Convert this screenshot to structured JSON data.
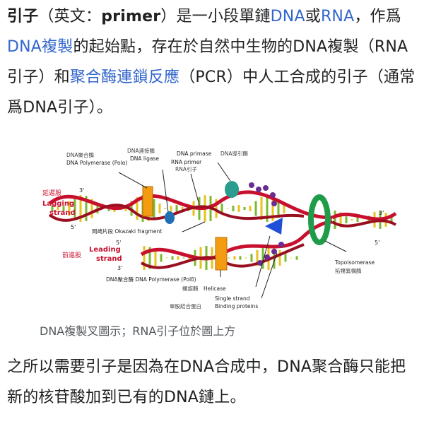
{
  "article": {
    "intro": {
      "term": "引子",
      "paren_open": "（英文：",
      "term_en": "primer",
      "paren_close": "）",
      "t1": "是一小段單鏈",
      "link_dna": "DNA",
      "t2": "或",
      "link_rna": "RNA",
      "t3": "，作爲",
      "link_dna_replication": "DNA複製",
      "t4": "的起始點，存在於自然中生物的DNA複製（RNA引子）和",
      "link_pcr": "聚合酶連鎖反應",
      "t5": "（PCR）中人工合成的引子（通常爲DNA引子）。"
    },
    "caption": "DNA複製叉圖示；RNA引子位於圖上方",
    "reason": "之所以需要引子是因為在DNA合成中，DNA聚合酶只能把新的核苷酸加到已有的DNA鏈上。"
  },
  "figure": {
    "labels": {
      "dna_polymerase_alpha_zh": "DNA聚合酶",
      "dna_polymerase_alpha_en": "DNA Polymerase (Polα)",
      "dna_ligase_zh": "DNA連接酶",
      "dna_ligase_en": "DNA ligase",
      "rna_primer_en": "RNA primer",
      "rna_primer_zh": "RNA引子",
      "dna_primase_en": "DNA primase",
      "dna_primase_zh": "DNA導引酶",
      "lagging_zh": "延遲股",
      "lagging_en1": "Lagging",
      "lagging_en2": "strand",
      "okazaki": "岡崎片段 Okazaki fragment",
      "leading_zh": "前進股",
      "leading_en1": "Leading",
      "leading_en2": "strand",
      "dna_polymerase_delta": "DNA聚合酶 DNA Polymerase (Polδ)",
      "helicase_zh": "螺旋酶",
      "helicase_en": "Helicase",
      "ssb_en1": "Single strand",
      "ssb_en2": "Binding proteins",
      "ssb_zh": "單股結合蛋白",
      "topo_en": "Topoisomerase",
      "topo_zh": "拓樸異構酶",
      "three_prime": "3'",
      "five_prime": "5'"
    },
    "colors": {
      "strand_red": "#c8102e",
      "rung_yellow": "#e8c21c",
      "rung_green": "#7cb82f",
      "polymerase_orange": "#f39c12",
      "primase_teal": "#2a9d8f",
      "helicase_blue": "#1f4fd6",
      "topoisomerase_green": "#1e9c4a",
      "ssb_purple": "#6a2c91"
    }
  }
}
